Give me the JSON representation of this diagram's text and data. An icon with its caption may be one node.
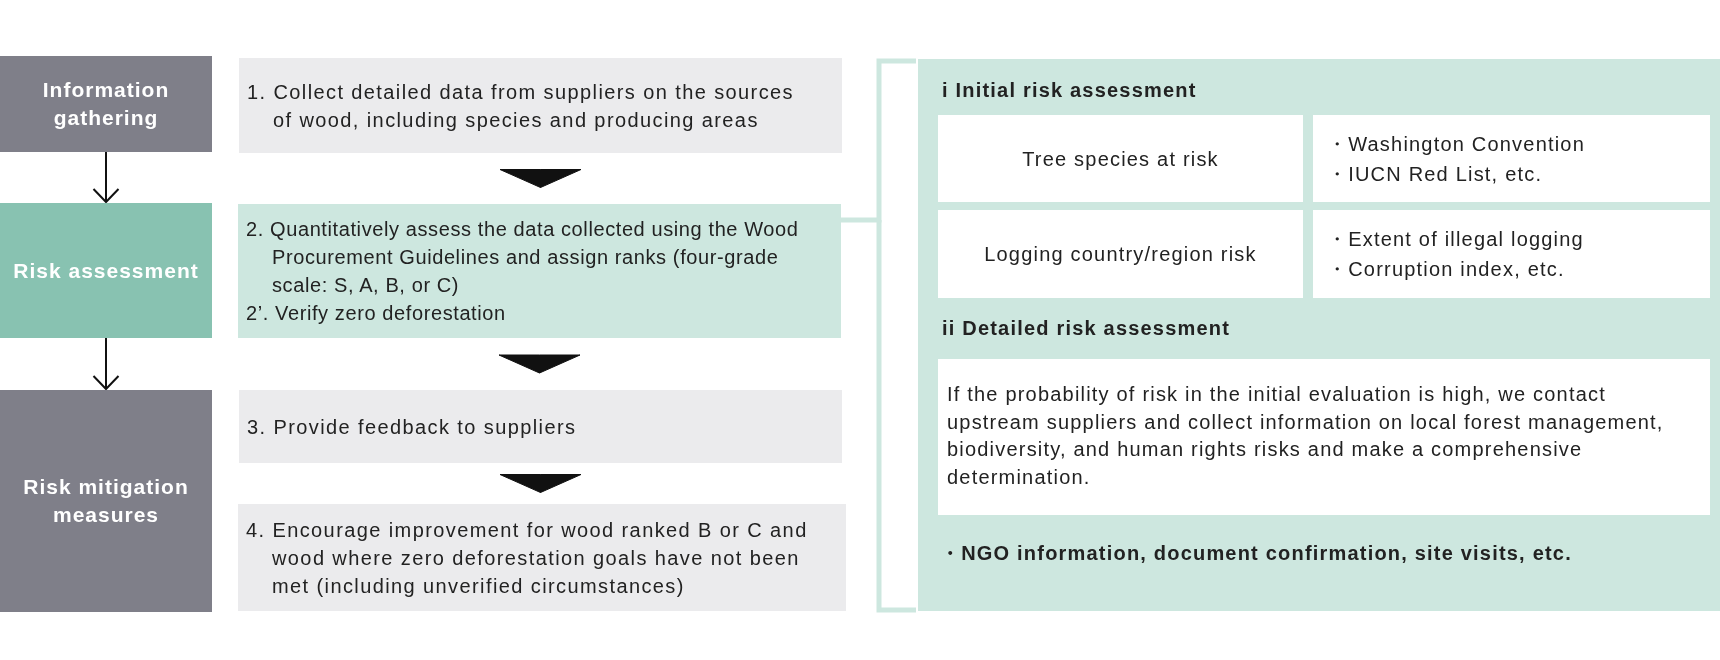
{
  "diagram": {
    "nodes": [
      {
        "text": [
          "Information gathering"
        ]
      },
      {
        "text": [
          "Risk assessment"
        ]
      },
      {
        "text": [
          "Risk mitigation measures"
        ]
      },
      {
        "text": [
          "1. Collect detailed data from suppliers on the sources of wood, including species and producing areas"
        ]
      },
      {
        "text": [
          "2. Quantitatively assess the data collected using the Wood Procurement Guidelines and assign ranks (four-grade scale: S, A, B, or C)",
          "2’. Verify zero deforestation"
        ]
      },
      {
        "text": [
          "3. Provide feedback to suppliers"
        ]
      },
      {
        "text": [
          "4. Encourage improvement for wood ranked B or C and wood where zero deforestation goals have not been met (including unverified circumstances)"
        ]
      },
      {
        "text": [
          "i Initial risk assessment",
          "ii Detailed risk assessment",
          "・NGO information, document confirmation, site visits, etc."
        ]
      },
      {
        "text": [
          "Tree species at risk"
        ],
        "in": 7
      },
      {
        "text": [
          "・Washington Convention",
          "・IUCN Red List, etc."
        ],
        "in": 7
      },
      {
        "text": [
          "Logging country/region risk"
        ],
        "in": 7
      },
      {
        "text": [
          "・Extent of illegal logging",
          "・Corruption index, etc."
        ],
        "in": 7
      },
      {
        "text": [
          "If the probability of risk in the initial evaluation is high, we contact upstream suppliers and collect information on local forest management, biodiversity, and human rights risks and make a comprehensive determination."
        ],
        "in": 7
      }
    ],
    "edges": [
      {
        "from": 0,
        "to": 1,
        "arrow": "to"
      },
      {
        "from": 1,
        "to": 2,
        "arrow": "to"
      },
      {
        "from": 3,
        "to": 4,
        "arrow": "to"
      },
      {
        "from": 4,
        "to": 5,
        "arrow": "to"
      },
      {
        "from": 5,
        "to": 6,
        "arrow": "to"
      },
      {
        "from": 4,
        "to": 7,
        "arrow": "none",
        "style": "thick",
        "color": "#cde7df"
      }
    ]
  }
}
